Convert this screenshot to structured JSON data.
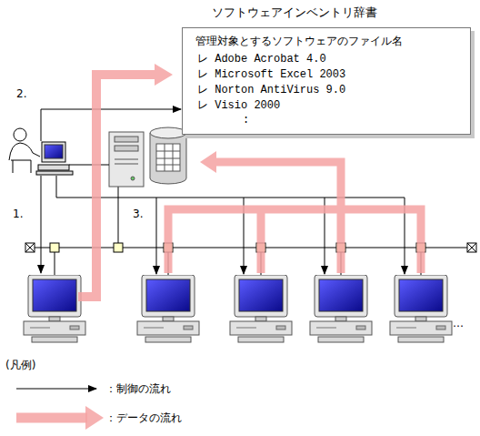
{
  "diagram": {
    "nodes": [
      {
        "text": [
          "ソフトウェアインベントリ辞書",
          "管理対象とするソフトウェアのファイル名",
          "レ Adobe Acrobat 4.0",
          "レ Microsoft Excel 2003",
          "レ Norton AntiVirus 9.0",
          "レ Visio 2000",
          ":"
        ]
      }
    ],
    "labels": [
      "2.",
      "1.",
      "3.",
      "…",
      "(凡例)"
    ],
    "legend": [
      {
        "text": "：制御の流れ"
      },
      {
        "text": "：データの流れ"
      }
    ]
  }
}
